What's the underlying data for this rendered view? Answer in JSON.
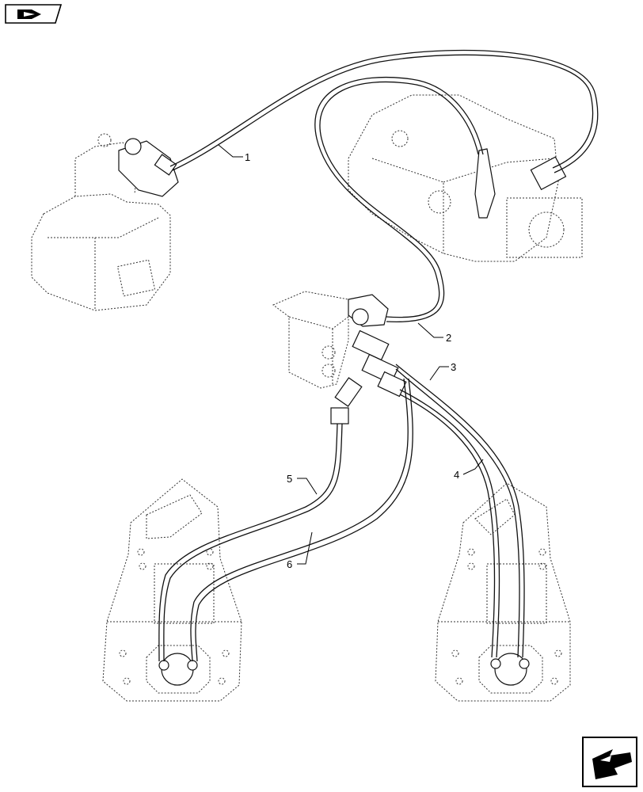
{
  "callouts": {
    "c1": "1",
    "c2": "2",
    "c3": "3",
    "c4": "4",
    "c5": "5",
    "c6": "6"
  },
  "icons": {
    "top_left": "catalog-book-icon",
    "bottom_right": "next-page-arrow-icon"
  }
}
